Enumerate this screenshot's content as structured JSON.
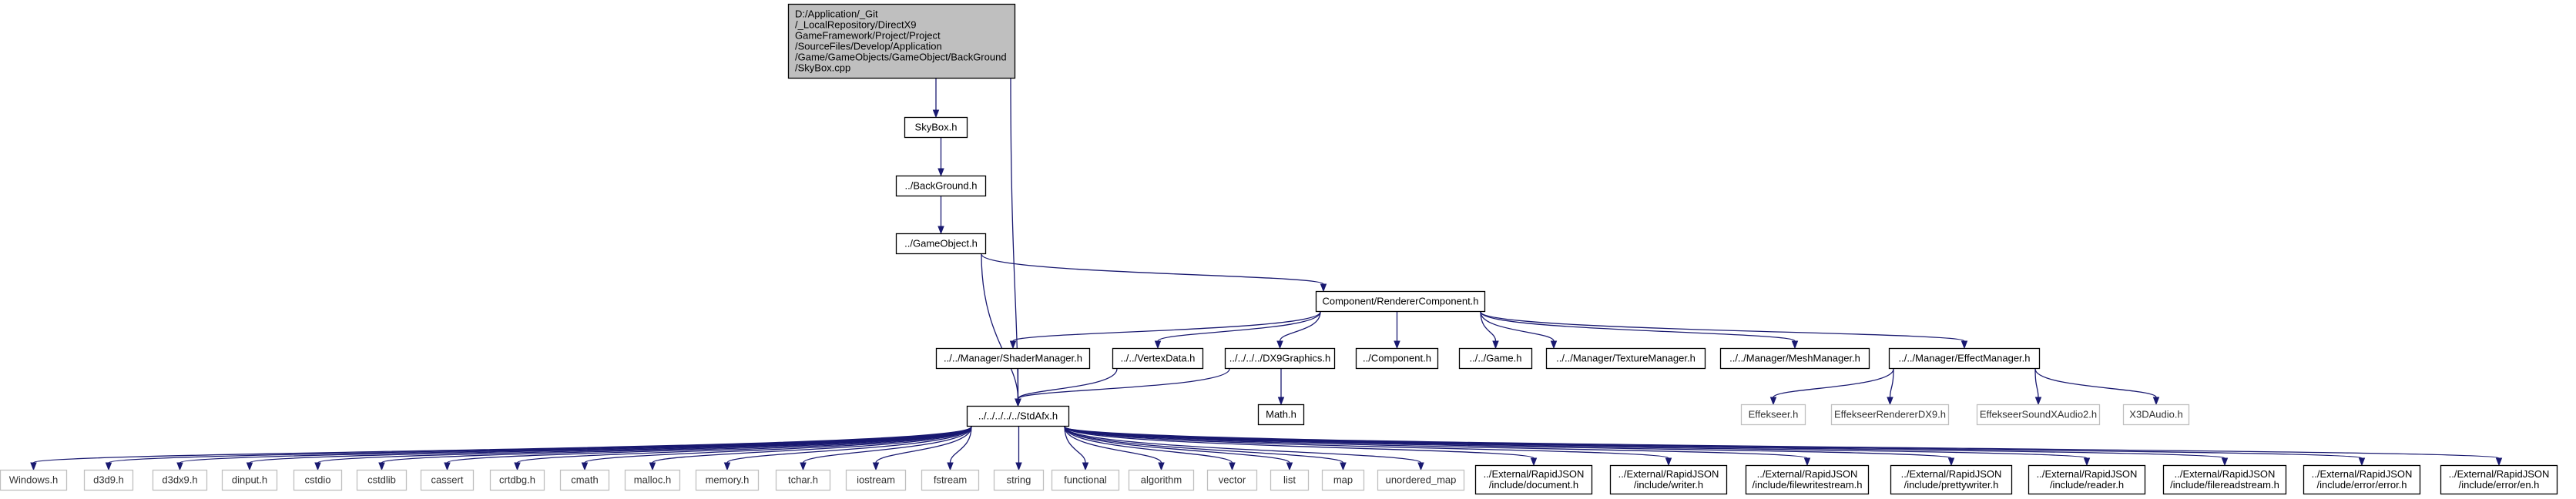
{
  "graph": {
    "root_label": [
      "D:/Application/_Git",
      "/_LocalRepository/DirectX9",
      "GameFramework/Project/Project",
      "/SourceFiles/Develop/Application",
      "/Game/GameObjects/GameObject/BackGround",
      "/SkyBox.cpp"
    ],
    "colors": {
      "edge": "#191970",
      "root_fill": "#bfbfbf",
      "node_border": "#000000",
      "external_border": "#bfbfbf",
      "text": "#000000"
    },
    "nodes": [
      {
        "id": "skybox",
        "label": [
          "SkyBox.h"
        ],
        "kind": "normal"
      },
      {
        "id": "background",
        "label": [
          "../BackGround.h"
        ],
        "kind": "normal"
      },
      {
        "id": "gameobject",
        "label": [
          "../GameObject.h"
        ],
        "kind": "normal"
      },
      {
        "id": "renderer",
        "label": [
          "Component/RendererComponent.h"
        ],
        "kind": "normal"
      },
      {
        "id": "shadermgr",
        "label": [
          "../../Manager/ShaderManager.h"
        ],
        "kind": "normal"
      },
      {
        "id": "vertexdata",
        "label": [
          "../../VertexData.h"
        ],
        "kind": "normal"
      },
      {
        "id": "dx9graphics",
        "label": [
          "../../../../DX9Graphics.h"
        ],
        "kind": "normal"
      },
      {
        "id": "component",
        "label": [
          "../Component.h"
        ],
        "kind": "normal"
      },
      {
        "id": "game",
        "label": [
          "../../Game.h"
        ],
        "kind": "normal"
      },
      {
        "id": "texturemgr",
        "label": [
          "../../Manager/TextureManager.h"
        ],
        "kind": "normal"
      },
      {
        "id": "meshmgr",
        "label": [
          "../../Manager/MeshManager.h"
        ],
        "kind": "normal"
      },
      {
        "id": "effectmgr",
        "label": [
          "../../Manager/EffectManager.h"
        ],
        "kind": "normal"
      },
      {
        "id": "stdafx",
        "label": [
          "../../../../../StdAfx.h"
        ],
        "kind": "normal"
      },
      {
        "id": "math",
        "label": [
          "Math.h"
        ],
        "kind": "normal"
      },
      {
        "id": "effekseer",
        "label": [
          "Effekseer.h"
        ],
        "kind": "external"
      },
      {
        "id": "effekseerrenderer",
        "label": [
          "EffekseerRendererDX9.h"
        ],
        "kind": "external"
      },
      {
        "id": "effekseersound",
        "label": [
          "EffekseerSoundXAudio2.h"
        ],
        "kind": "external"
      },
      {
        "id": "x3daudio",
        "label": [
          "X3DAudio.h"
        ],
        "kind": "external"
      },
      {
        "id": "windows",
        "label": [
          "Windows.h"
        ],
        "kind": "external"
      },
      {
        "id": "d3d9",
        "label": [
          "d3d9.h"
        ],
        "kind": "external"
      },
      {
        "id": "d3dx9",
        "label": [
          "d3dx9.h"
        ],
        "kind": "external"
      },
      {
        "id": "dinput",
        "label": [
          "dinput.h"
        ],
        "kind": "external"
      },
      {
        "id": "cstdio",
        "label": [
          "cstdio"
        ],
        "kind": "external"
      },
      {
        "id": "cstdlib",
        "label": [
          "cstdlib"
        ],
        "kind": "external"
      },
      {
        "id": "cassert",
        "label": [
          "cassert"
        ],
        "kind": "external"
      },
      {
        "id": "crtdbg",
        "label": [
          "crtdbg.h"
        ],
        "kind": "external"
      },
      {
        "id": "cmath",
        "label": [
          "cmath"
        ],
        "kind": "external"
      },
      {
        "id": "malloc",
        "label": [
          "malloc.h"
        ],
        "kind": "external"
      },
      {
        "id": "memory",
        "label": [
          "memory.h"
        ],
        "kind": "external"
      },
      {
        "id": "tchar",
        "label": [
          "tchar.h"
        ],
        "kind": "external"
      },
      {
        "id": "iostream",
        "label": [
          "iostream"
        ],
        "kind": "external"
      },
      {
        "id": "fstream",
        "label": [
          "fstream"
        ],
        "kind": "external"
      },
      {
        "id": "string",
        "label": [
          "string"
        ],
        "kind": "external"
      },
      {
        "id": "functional",
        "label": [
          "functional"
        ],
        "kind": "external"
      },
      {
        "id": "algorithm",
        "label": [
          "algorithm"
        ],
        "kind": "external"
      },
      {
        "id": "vector",
        "label": [
          "vector"
        ],
        "kind": "external"
      },
      {
        "id": "list",
        "label": [
          "list"
        ],
        "kind": "external"
      },
      {
        "id": "map",
        "label": [
          "map"
        ],
        "kind": "external"
      },
      {
        "id": "unordered_map",
        "label": [
          "unordered_map"
        ],
        "kind": "external"
      },
      {
        "id": "rj_document",
        "label": [
          "../External/RapidJSON",
          "/include/document.h"
        ],
        "kind": "normal"
      },
      {
        "id": "rj_writer",
        "label": [
          "../External/RapidJSON",
          "/include/writer.h"
        ],
        "kind": "normal"
      },
      {
        "id": "rj_filewritestream",
        "label": [
          "../External/RapidJSON",
          "/include/filewritestream.h"
        ],
        "kind": "normal"
      },
      {
        "id": "rj_prettywriter",
        "label": [
          "../External/RapidJSON",
          "/include/prettywriter.h"
        ],
        "kind": "normal"
      },
      {
        "id": "rj_reader",
        "label": [
          "../External/RapidJSON",
          "/include/reader.h"
        ],
        "kind": "normal"
      },
      {
        "id": "rj_filereadstream",
        "label": [
          "../External/RapidJSON",
          "/include/filereadstream.h"
        ],
        "kind": "normal"
      },
      {
        "id": "rj_error",
        "label": [
          "../External/RapidJSON",
          "/include/error/error.h"
        ],
        "kind": "normal"
      },
      {
        "id": "rj_error_en",
        "label": [
          "../External/RapidJSON",
          "/include/error/en.h"
        ],
        "kind": "normal"
      }
    ],
    "edges": [
      [
        "root",
        "skybox"
      ],
      [
        "root",
        "stdafx"
      ],
      [
        "skybox",
        "background"
      ],
      [
        "background",
        "gameobject"
      ],
      [
        "gameobject",
        "renderer"
      ],
      [
        "gameobject",
        "stdafx"
      ],
      [
        "renderer",
        "shadermgr"
      ],
      [
        "renderer",
        "vertexdata"
      ],
      [
        "renderer",
        "dx9graphics"
      ],
      [
        "renderer",
        "component"
      ],
      [
        "renderer",
        "game"
      ],
      [
        "renderer",
        "texturemgr"
      ],
      [
        "renderer",
        "meshmgr"
      ],
      [
        "renderer",
        "effectmgr"
      ],
      [
        "shadermgr",
        "stdafx"
      ],
      [
        "vertexdata",
        "stdafx"
      ],
      [
        "dx9graphics",
        "stdafx"
      ],
      [
        "dx9graphics",
        "math"
      ],
      [
        "effectmgr",
        "effekseer"
      ],
      [
        "effectmgr",
        "effekseerrenderer"
      ],
      [
        "effectmgr",
        "effekseersound"
      ],
      [
        "effectmgr",
        "x3daudio"
      ],
      [
        "stdafx",
        "windows"
      ],
      [
        "stdafx",
        "d3d9"
      ],
      [
        "stdafx",
        "d3dx9"
      ],
      [
        "stdafx",
        "dinput"
      ],
      [
        "stdafx",
        "cstdio"
      ],
      [
        "stdafx",
        "cstdlib"
      ],
      [
        "stdafx",
        "cassert"
      ],
      [
        "stdafx",
        "crtdbg"
      ],
      [
        "stdafx",
        "cmath"
      ],
      [
        "stdafx",
        "malloc"
      ],
      [
        "stdafx",
        "memory"
      ],
      [
        "stdafx",
        "tchar"
      ],
      [
        "stdafx",
        "iostream"
      ],
      [
        "stdafx",
        "fstream"
      ],
      [
        "stdafx",
        "string"
      ],
      [
        "stdafx",
        "functional"
      ],
      [
        "stdafx",
        "algorithm"
      ],
      [
        "stdafx",
        "vector"
      ],
      [
        "stdafx",
        "list"
      ],
      [
        "stdafx",
        "map"
      ],
      [
        "stdafx",
        "unordered_map"
      ],
      [
        "stdafx",
        "rj_document"
      ],
      [
        "stdafx",
        "rj_writer"
      ],
      [
        "stdafx",
        "rj_filewritestream"
      ],
      [
        "stdafx",
        "rj_prettywriter"
      ],
      [
        "stdafx",
        "rj_reader"
      ],
      [
        "stdafx",
        "rj_filereadstream"
      ],
      [
        "stdafx",
        "rj_error"
      ],
      [
        "stdafx",
        "rj_error_en"
      ]
    ]
  }
}
